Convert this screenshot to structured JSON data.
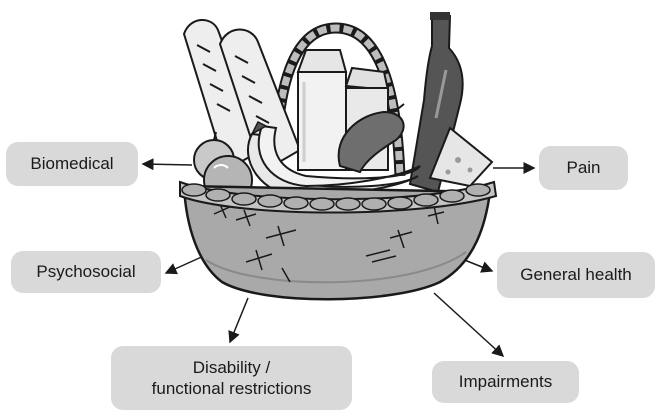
{
  "labels": {
    "biomedical": "Biomedical",
    "psychosocial": "Psychosocial",
    "disability_line1": "Disability /",
    "disability_line2": "functional restrictions",
    "impairments": "Impairments",
    "general_health": "General health",
    "pain": "Pain"
  },
  "colors": {
    "label_background": "#d9d9d9",
    "basket": "#a9a9a9",
    "basket_dark": "#8a8a8a",
    "food_light": "#eeeeee",
    "outline": "#1a1a1a",
    "bottle": "#555555",
    "sausage": "#6e6e6e"
  },
  "illustration": {
    "subject": "basket-with-food",
    "items": [
      "baguette",
      "baguette",
      "milk-carton",
      "milk-carton",
      "wine-bottle",
      "bananas",
      "apples",
      "sausage",
      "cheese-wedge"
    ]
  }
}
